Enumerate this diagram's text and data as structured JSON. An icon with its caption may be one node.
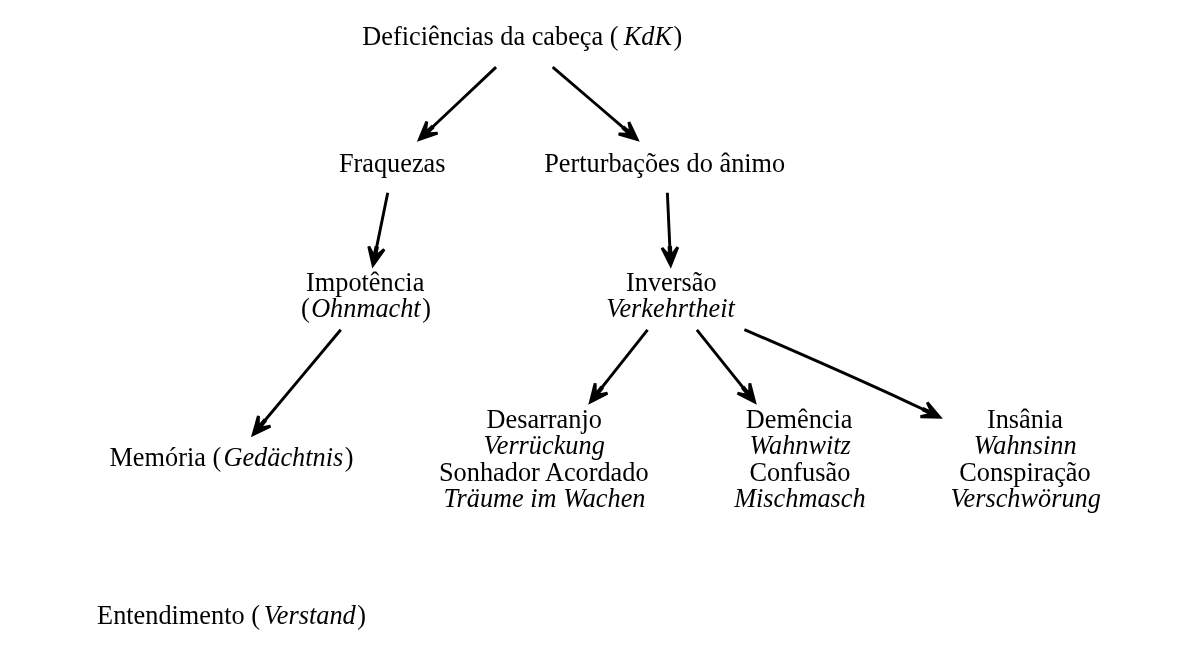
{
  "diagram": {
    "nodes": [
      {
        "text": [
          "Deficiências da cabeça (*KdK*)"
        ]
      },
      {
        "text": [
          "Fraquezas"
        ]
      },
      {
        "text": [
          "Perturbações do ânimo"
        ]
      },
      {
        "text": [
          "Impotência",
          "(*Ohnmacht*)"
        ]
      },
      {
        "text": [
          "Inversão",
          "Verkehrtheit"
        ]
      },
      {
        "text": [
          "Memória (*Gedächtnis*)"
        ]
      },
      {
        "text": [
          "Desarranjo",
          "Verrückung",
          "Sonhador Acordado",
          "Träume im Wachen"
        ]
      },
      {
        "text": [
          "Demência",
          "Wahnwitz",
          "Confusão",
          "Mischmasch"
        ]
      },
      {
        "text": [
          "Insânia",
          "Wahnsinn",
          "Conspiração",
          "Verschwörung"
        ]
      }
    ],
    "edges": [
      {
        "from": 0,
        "to": 1,
        "arrow": "to"
      },
      {
        "from": 0,
        "to": 2,
        "arrow": "to"
      },
      {
        "from": 1,
        "to": 3,
        "arrow": "to"
      },
      {
        "from": 3,
        "to": 5,
        "arrow": "to"
      },
      {
        "from": 2,
        "to": 4,
        "arrow": "to"
      },
      {
        "from": 4,
        "to": 6,
        "arrow": "to"
      },
      {
        "from": 4,
        "to": 7,
        "arrow": "to"
      },
      {
        "from": 4,
        "to": 8,
        "arrow": "to"
      }
    ],
    "labels": [
      "Entendimento (*Verstand*)"
    ]
  }
}
